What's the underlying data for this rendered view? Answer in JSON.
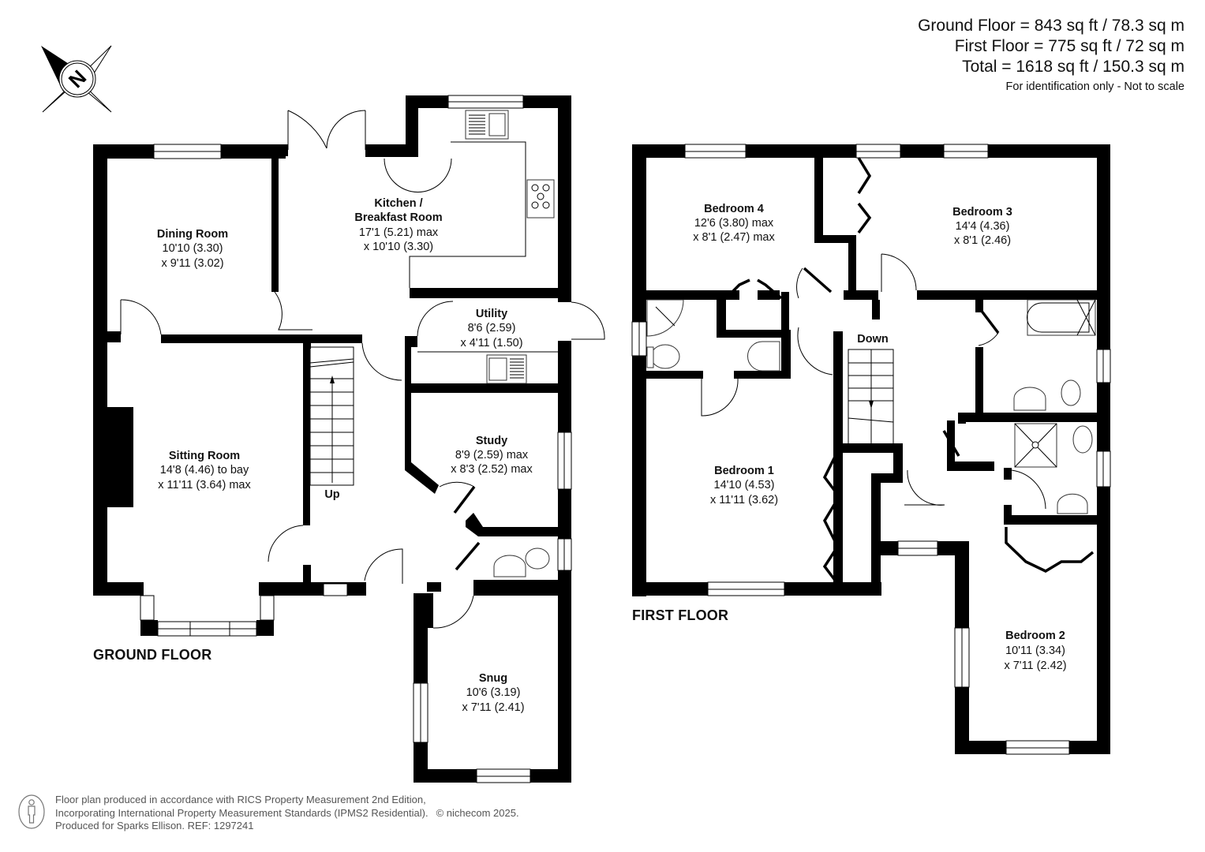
{
  "areas": {
    "ground_floor": "Ground Floor = 843 sq ft / 78.3 sq m",
    "first_floor": "First Floor = 775 sq ft / 72 sq m",
    "total": "Total = 1618 sq ft / 150.3 sq m",
    "note": "For identification only - Not to scale"
  },
  "compass": {
    "label": "N"
  },
  "ground_floor": {
    "label": "GROUND FLOOR",
    "rooms": [
      {
        "name": "Dining Room",
        "dim1": "10'10 (3.30)",
        "dim2": "x 9'11 (3.02)"
      },
      {
        "name": "Kitchen /",
        "name2": "Breakfast Room",
        "dim1": "17'1 (5.21) max",
        "dim2": "x 10'10 (3.30)"
      },
      {
        "name": "Utility",
        "dim1": "8'6 (2.59)",
        "dim2": "x 4'11 (1.50)"
      },
      {
        "name": "Sitting Room",
        "dim1": "14'8 (4.46) to bay",
        "dim2": "x 11'11 (3.64) max"
      },
      {
        "name": "Study",
        "dim1": "8'9 (2.59) max",
        "dim2": "x 8'3 (2.52) max"
      },
      {
        "name": "Snug",
        "dim1": "10'6 (3.19)",
        "dim2": "x 7'11 (2.41)"
      }
    ],
    "stairs_label": "Up"
  },
  "first_floor": {
    "label": "FIRST FLOOR",
    "rooms": [
      {
        "name": "Bedroom 4",
        "dim1": "12'6 (3.80) max",
        "dim2": "x 8'1 (2.47) max"
      },
      {
        "name": "Bedroom 3",
        "dim1": "14'4 (4.36)",
        "dim2": "x 8'1 (2.46)"
      },
      {
        "name": "Bedroom 1",
        "dim1": "14'10 (4.53)",
        "dim2": "x 11'11 (3.62)"
      },
      {
        "name": "Bedroom 2",
        "dim1": "10'11 (3.34)",
        "dim2": "x 7'11 (2.42)"
      }
    ],
    "stairs_label": "Down"
  },
  "footer": {
    "line1": "Floor plan produced in accordance with RICS Property Measurement 2nd Edition,",
    "line2": "Incorporating International Property Measurement Standards (IPMS2 Residential).",
    "copyright": "© nichecom 2025.",
    "line3": "Produced for Sparks Ellison.   REF: 1297241"
  }
}
